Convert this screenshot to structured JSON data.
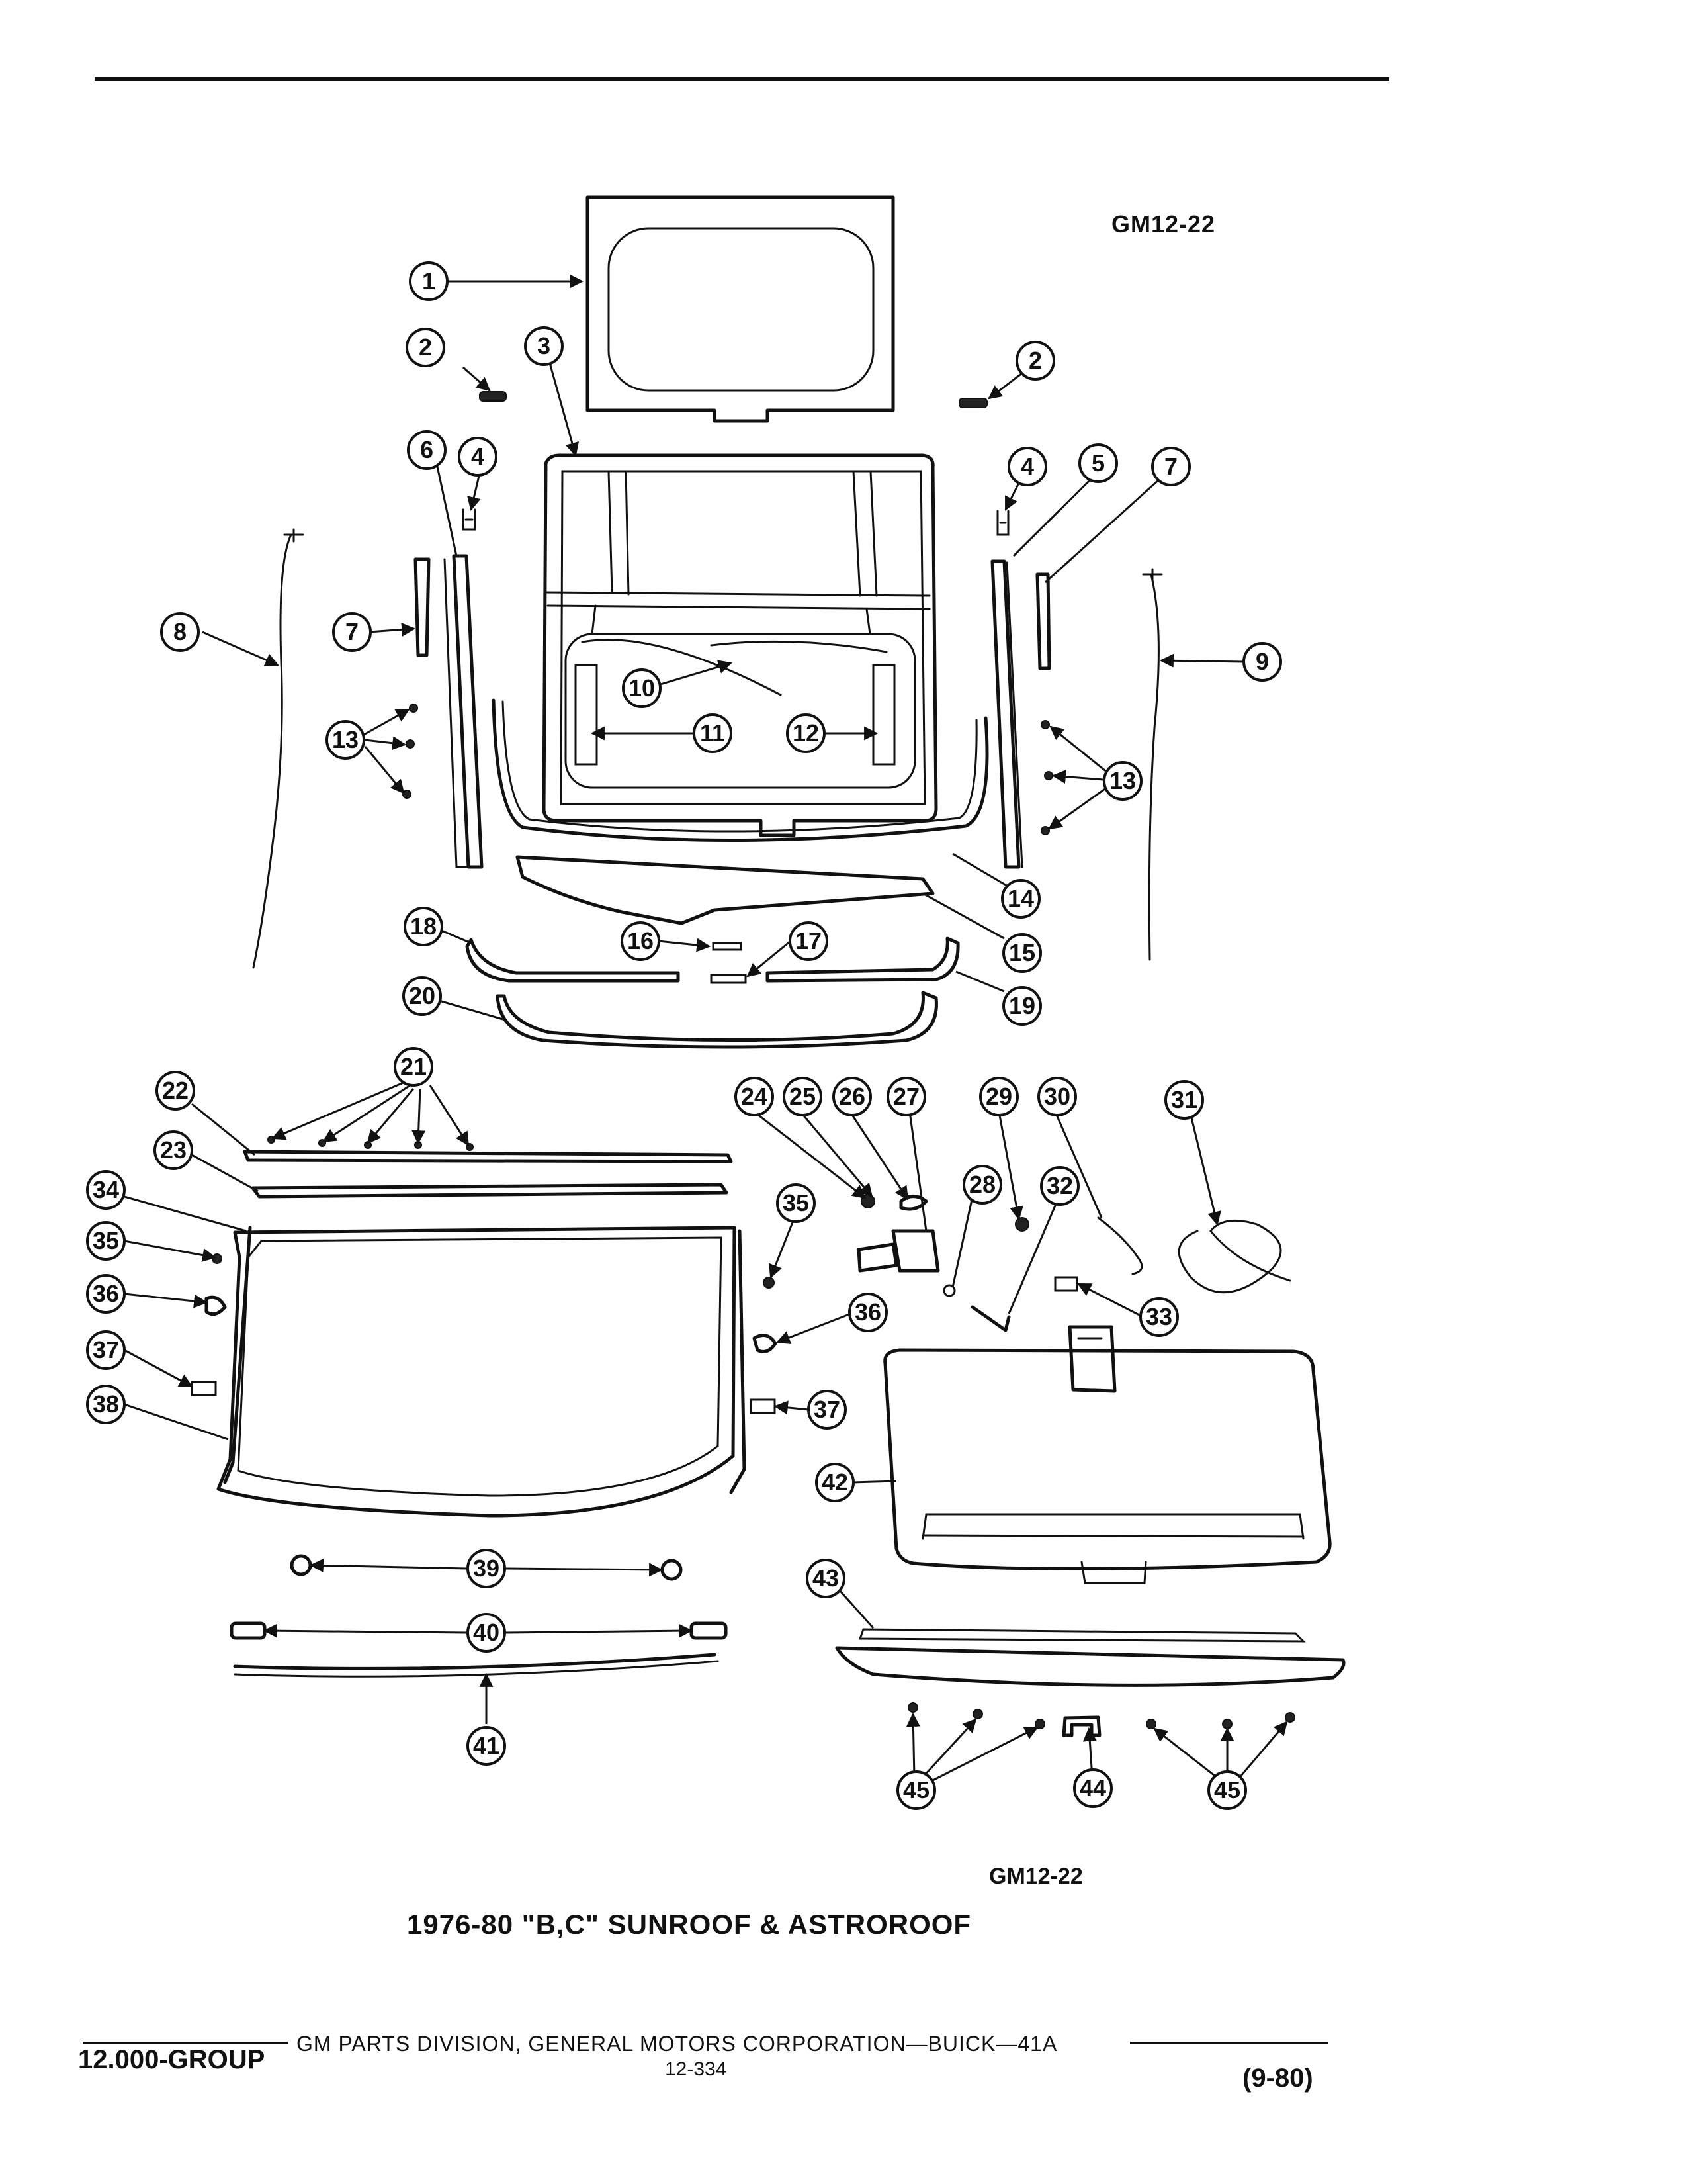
{
  "header": {
    "figure_code": "GM12-22"
  },
  "figure": {
    "title": "1976-80 \"B,C\" SUNROOF & ASTROROOF",
    "code": "GM12-22",
    "callouts": [
      "1",
      "2",
      "3",
      "4",
      "5",
      "6",
      "7",
      "8",
      "9",
      "10",
      "11",
      "12",
      "13",
      "14",
      "15",
      "16",
      "17",
      "18",
      "19",
      "20",
      "21",
      "22",
      "23",
      "24",
      "25",
      "26",
      "27",
      "28",
      "29",
      "30",
      "31",
      "32",
      "33",
      "34",
      "35",
      "36",
      "37",
      "38",
      "39",
      "40",
      "41",
      "42",
      "43",
      "44",
      "45"
    ]
  },
  "footer": {
    "group": "12.000-GROUP",
    "organization": "GM PARTS DIVISION, GENERAL MOTORS CORPORATION—BUICK—41A",
    "page": "12-334",
    "date": "(9-80)"
  }
}
